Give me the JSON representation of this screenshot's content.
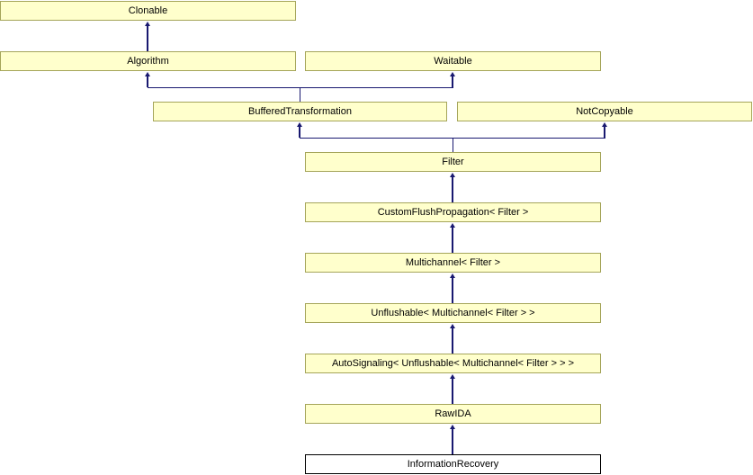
{
  "diagram": {
    "kind": "class-inheritance-graph",
    "colors": {
      "node_fill": "#ffffcc",
      "node_border": "#a5a55a",
      "current_node_fill": "#ffffff",
      "current_node_border": "#000000",
      "edge": "#191970",
      "text": "#000000"
    },
    "nodes": [
      {
        "id": "clonable",
        "label": "Clonable"
      },
      {
        "id": "algorithm",
        "label": "Algorithm"
      },
      {
        "id": "waitable",
        "label": "Waitable"
      },
      {
        "id": "buffered-transformation",
        "label": "BufferedTransformation"
      },
      {
        "id": "not-copyable",
        "label": "NotCopyable"
      },
      {
        "id": "filter",
        "label": "Filter"
      },
      {
        "id": "custom-flush-propagation",
        "label": "CustomFlushPropagation< Filter >"
      },
      {
        "id": "multichannel",
        "label": "Multichannel< Filter >"
      },
      {
        "id": "unflushable",
        "label": "Unflushable< Multichannel< Filter > >"
      },
      {
        "id": "auto-signaling",
        "label": "AutoSignaling< Unflushable< Multichannel< Filter > > >"
      },
      {
        "id": "rawida",
        "label": "RawIDA"
      },
      {
        "id": "information-recovery",
        "label": "InformationRecovery",
        "current": true
      }
    ],
    "edges": [
      {
        "from": "Algorithm",
        "to": "Clonable"
      },
      {
        "from": "BufferedTransformation",
        "to": "Algorithm"
      },
      {
        "from": "BufferedTransformation",
        "to": "Waitable"
      },
      {
        "from": "Filter",
        "to": "BufferedTransformation"
      },
      {
        "from": "Filter",
        "to": "NotCopyable"
      },
      {
        "from": "CustomFlushPropagation< Filter >",
        "to": "Filter"
      },
      {
        "from": "Multichannel< Filter >",
        "to": "CustomFlushPropagation< Filter >"
      },
      {
        "from": "Unflushable< Multichannel< Filter > >",
        "to": "Multichannel< Filter >"
      },
      {
        "from": "AutoSignaling< Unflushable< Multichannel< Filter > > >",
        "to": "Unflushable< Multichannel< Filter > >"
      },
      {
        "from": "RawIDA",
        "to": "AutoSignaling< Unflushable< Multichannel< Filter > > >"
      },
      {
        "from": "InformationRecovery",
        "to": "RawIDA"
      }
    ]
  }
}
